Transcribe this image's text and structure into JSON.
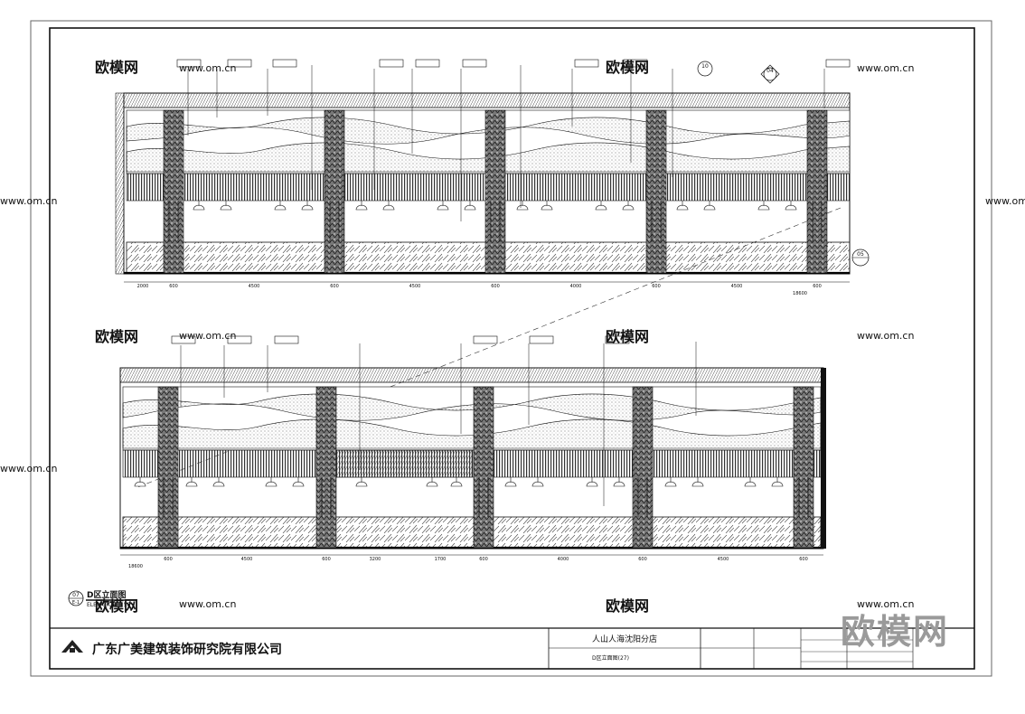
{
  "company": {
    "name": "广东广美建筑装饰研究院有限公司",
    "logo_icon": "gm-logo-icon"
  },
  "project": {
    "name": "人山人海沈阳分店",
    "drawing_title": "D区立面图(27)"
  },
  "view_tag": {
    "number": "07",
    "sheet": "E-1",
    "title": "D区立面图",
    "subtitle": "ELEVATION  1:50"
  },
  "watermark": {
    "site": "www.om.cn",
    "brand": "欧模网",
    "brand_large": "欧模网"
  },
  "top_elevation": {
    "dim_labels": [
      "2000",
      "600",
      "4500",
      "600",
      "4500",
      "600",
      "4000",
      "600",
      "4500",
      "600"
    ],
    "total": "18600",
    "tags": [
      "04",
      "05",
      "10"
    ]
  },
  "bottom_elevation": {
    "dim_labels": [
      "600",
      "4500",
      "600",
      "3200",
      "1700",
      "600",
      "4000",
      "600",
      "4500",
      "600"
    ],
    "left_total": "18600"
  },
  "colors": {
    "line": "#1a1a1a",
    "hatch": "#555555",
    "frame": "#222222"
  }
}
